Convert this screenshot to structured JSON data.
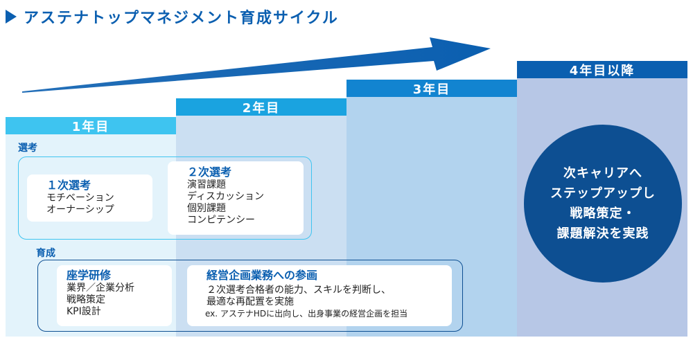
{
  "title": "アステナトップマネジメント育成サイクル",
  "years": {
    "y1": "1年目",
    "y2": "2年目",
    "y3": "3年目",
    "y4": "4年目以降"
  },
  "sections": {
    "selection": "選考",
    "training": "育成"
  },
  "selection_cards": {
    "first": {
      "title": "１次選考",
      "lines": [
        "モチベーション",
        "オーナーシップ"
      ]
    },
    "second": {
      "title": "２次選考",
      "lines": [
        "演習課題",
        "ディスカッション",
        "個別課題",
        "コンピテンシー"
      ]
    }
  },
  "training_cards": {
    "classroom": {
      "title": "座学研修",
      "lines": [
        "業界／企業分析",
        "戦略策定",
        "KPI設計"
      ]
    },
    "planning": {
      "title": "経営企画業務への参画",
      "lines": [
        "２次選考合格者の能力、スキルを判断し、",
        "最適な再配置を実施",
        "ex. アステナHDに出向し、出身事業の経営企画を担当"
      ]
    }
  },
  "goal_circle": {
    "lines": [
      "次キャリアへ",
      "ステップアップし",
      "戦略策定・",
      "課題解決を実践"
    ]
  },
  "colors": {
    "accent": "#0b5fb0",
    "dark_blue": "#0d4f92",
    "year1": "#3ec4f0",
    "year2": "#1aa3e0",
    "year3": "#1284d0",
    "year4": "#0b5fb0"
  }
}
